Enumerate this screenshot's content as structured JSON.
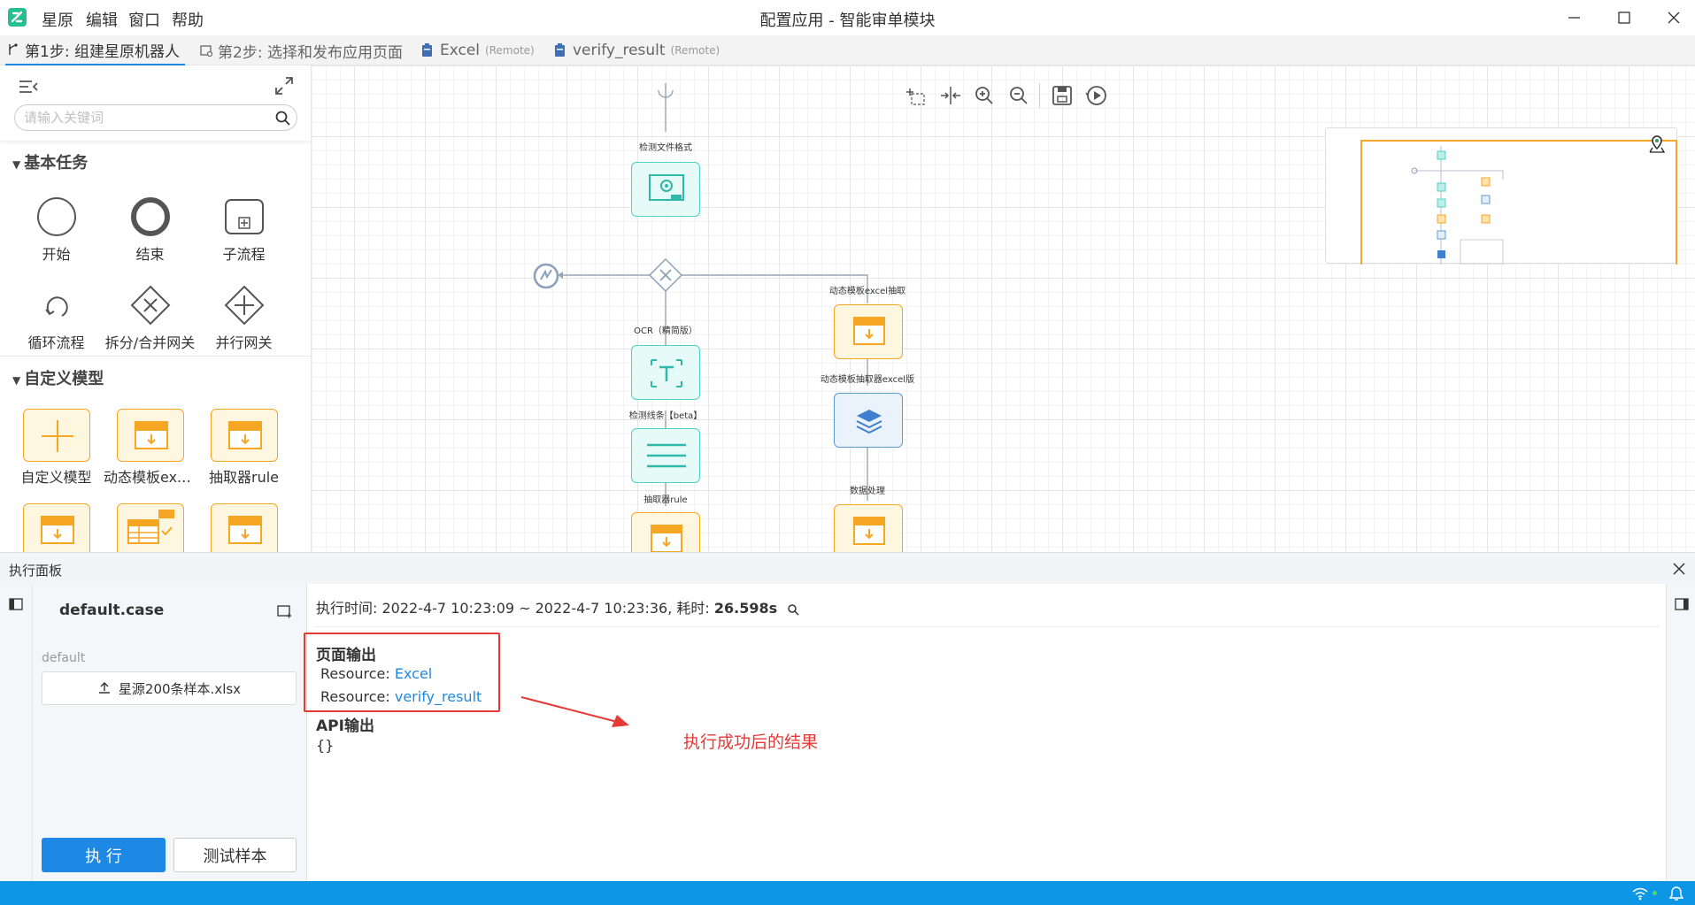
{
  "app": {
    "window_title": "配置应用 - 智能审单模块",
    "menu": [
      "星原",
      "编辑",
      "窗口",
      "帮助"
    ]
  },
  "tabs": [
    {
      "label": "第1步: 组建星原机器人",
      "remote": ""
    },
    {
      "label": "第2步: 选择和发布应用页面",
      "remote": ""
    },
    {
      "label": "Excel",
      "remote": "(Remote)"
    },
    {
      "label": "verify_result",
      "remote": "(Remote)"
    }
  ],
  "palette": {
    "search_placeholder": "请输入关键词",
    "section_basic": "基本任务",
    "basic_items": [
      "开始",
      "结束",
      "子流程",
      "循环流程",
      "拆分/合并网关",
      "并行网关"
    ],
    "section_custom": "自定义模型",
    "custom_items": [
      "自定义模型",
      "动态模板exc...",
      "抽取器rule"
    ]
  },
  "flow": {
    "labels": {
      "check_format": "检测文件格式",
      "ocr": "OCR（精简版）",
      "line_detect": "检测线条【beta】",
      "extractor_rule": "抽取器rule",
      "dyn_excel": "动态模板excel抽取",
      "dyn_excel_board": "动态模板抽取器excel版",
      "data_process": "数据处理"
    }
  },
  "exec": {
    "panel_title": "执行面板",
    "case_name": "default.case",
    "case_group": "default",
    "upload_file": "星源200条样本.xlsx",
    "run_button": "执 行",
    "test_sample_button": "测试样本",
    "time_label": "执行时间: 2022-4-7 10:23:09 ~ 2022-4-7 10:23:36, 耗时: ",
    "duration": "26.598s",
    "page_output_title": "页面输出",
    "resource_prefix": "Resource: ",
    "resources": [
      "Excel",
      "verify_result"
    ],
    "api_output_title": "API输出",
    "api_output_value": "{}",
    "annotation": "执行成功后的结果"
  },
  "colors": {
    "accent": "#1e88e5",
    "highlight_box": "#e53935",
    "status_bar": "#0e96e6",
    "node_teal": "#4fd1c5",
    "node_orange": "#f5a623"
  }
}
